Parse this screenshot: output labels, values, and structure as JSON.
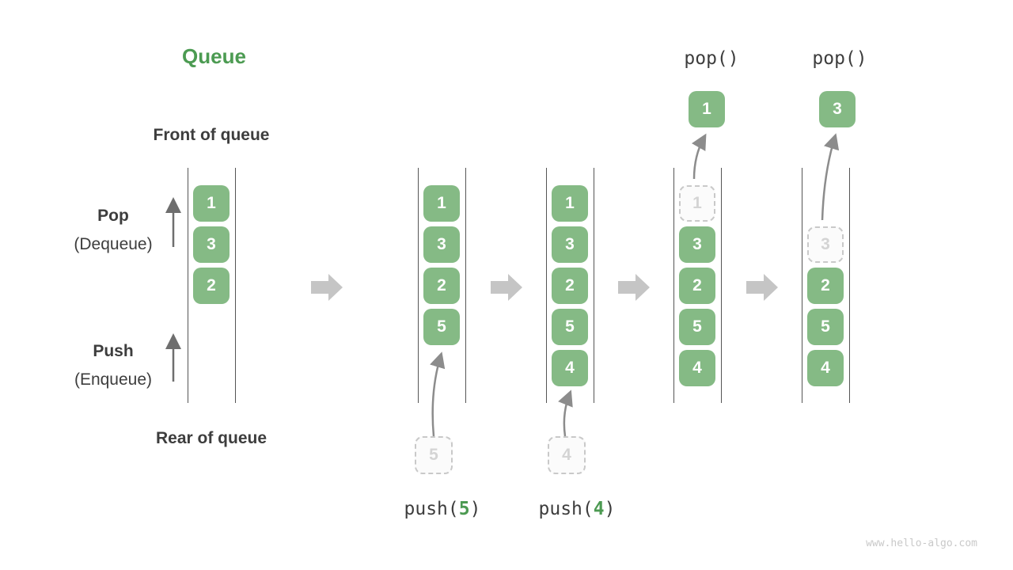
{
  "title": "Queue",
  "labels": {
    "front_of_queue": "Front of queue",
    "rear_of_queue": "Rear of queue",
    "pop": "Pop",
    "pop_sub": "(Dequeue)",
    "push": "Push",
    "push_sub": "(Enqueue)"
  },
  "columns": [
    {
      "items": [
        {
          "value": "1",
          "ghost": false
        },
        {
          "value": "3",
          "ghost": false
        },
        {
          "value": "2",
          "ghost": false
        }
      ]
    },
    {
      "items": [
        {
          "value": "1",
          "ghost": false
        },
        {
          "value": "3",
          "ghost": false
        },
        {
          "value": "2",
          "ghost": false
        },
        {
          "value": "5",
          "ghost": false
        }
      ]
    },
    {
      "items": [
        {
          "value": "1",
          "ghost": false
        },
        {
          "value": "3",
          "ghost": false
        },
        {
          "value": "2",
          "ghost": false
        },
        {
          "value": "5",
          "ghost": false
        },
        {
          "value": "4",
          "ghost": false
        }
      ]
    },
    {
      "items": [
        {
          "value": "1",
          "ghost": true
        },
        {
          "value": "3",
          "ghost": false
        },
        {
          "value": "2",
          "ghost": false
        },
        {
          "value": "5",
          "ghost": false
        },
        {
          "value": "4",
          "ghost": false
        }
      ]
    },
    {
      "items": [
        {
          "value": "3",
          "ghost": true
        },
        {
          "value": "2",
          "ghost": false
        },
        {
          "value": "5",
          "ghost": false
        },
        {
          "value": "4",
          "ghost": false
        }
      ]
    }
  ],
  "pop_ops": [
    {
      "label": "pop()",
      "popped_value": "1"
    },
    {
      "label": "pop()",
      "popped_value": "3"
    }
  ],
  "push_ops": [
    {
      "text_open": "push(",
      "arg": "5",
      "text_close": ")",
      "ghost_value": "5"
    },
    {
      "text_open": "push(",
      "arg": "4",
      "text_close": ")",
      "ghost_value": "4"
    }
  ],
  "watermark": "www.hello-algo.com",
  "colors": {
    "box_green": "#85ba85",
    "title_green": "#4c9b52",
    "arg_green": "#4c9a52",
    "text_dark": "#3d3d3d",
    "ghost_gray": "#c9c9c9",
    "block_arrow_gray": "#c5c5c5",
    "thin_arrow_gray": "#8c8c8c"
  }
}
